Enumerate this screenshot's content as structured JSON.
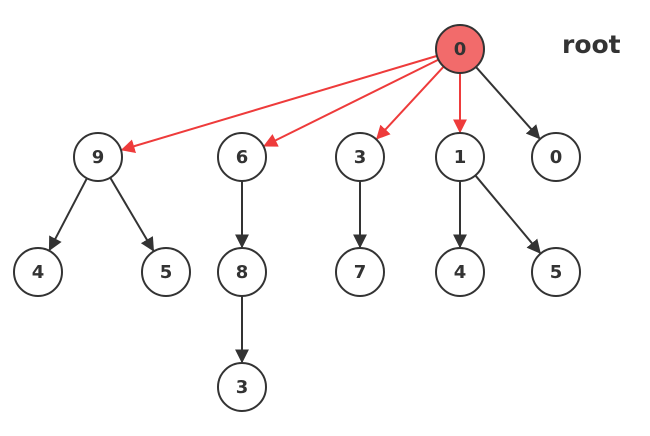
{
  "title": "root",
  "colors": {
    "highlight": "#ee3b3b",
    "root_fill": "#f26b6b",
    "edge": "#333333",
    "node_stroke": "#333333",
    "node_fill": "#ffffff"
  },
  "nodes": [
    {
      "id": "n-root",
      "label": "0",
      "highlight": true
    },
    {
      "id": "n-9",
      "label": "9"
    },
    {
      "id": "n-6",
      "label": "6"
    },
    {
      "id": "n-3a",
      "label": "3"
    },
    {
      "id": "n-1",
      "label": "1"
    },
    {
      "id": "n-0b",
      "label": "0"
    },
    {
      "id": "n-4a",
      "label": "4"
    },
    {
      "id": "n-5a",
      "label": "5"
    },
    {
      "id": "n-8",
      "label": "8"
    },
    {
      "id": "n-7",
      "label": "7"
    },
    {
      "id": "n-4b",
      "label": "4"
    },
    {
      "id": "n-5b",
      "label": "5"
    },
    {
      "id": "n-3b",
      "label": "3"
    }
  ],
  "edges": [
    {
      "from": "n-root",
      "to": "n-9",
      "highlight": true
    },
    {
      "from": "n-root",
      "to": "n-6",
      "highlight": true
    },
    {
      "from": "n-root",
      "to": "n-3a",
      "highlight": true
    },
    {
      "from": "n-root",
      "to": "n-1",
      "highlight": true
    },
    {
      "from": "n-root",
      "to": "n-0b",
      "highlight": false
    },
    {
      "from": "n-9",
      "to": "n-4a",
      "highlight": false
    },
    {
      "from": "n-9",
      "to": "n-5a",
      "highlight": false
    },
    {
      "from": "n-6",
      "to": "n-8",
      "highlight": false
    },
    {
      "from": "n-8",
      "to": "n-3b",
      "highlight": false
    },
    {
      "from": "n-3a",
      "to": "n-7",
      "highlight": false
    },
    {
      "from": "n-1",
      "to": "n-4b",
      "highlight": false
    },
    {
      "from": "n-1",
      "to": "n-5b",
      "highlight": false
    }
  ]
}
